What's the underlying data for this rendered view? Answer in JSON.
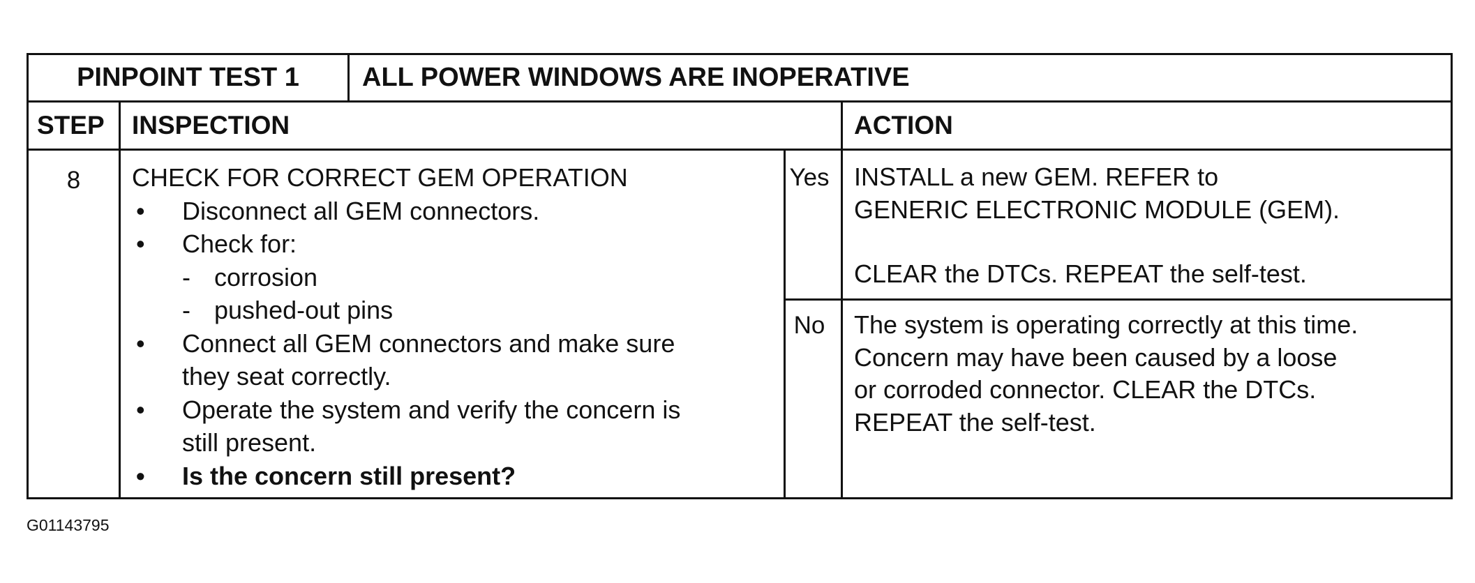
{
  "header": {
    "test_id": "PINPOINT TEST 1",
    "test_title": "ALL POWER WINDOWS ARE INOPERATIVE"
  },
  "columns": {
    "step": "STEP",
    "inspection": "INSPECTION",
    "action": "ACTION"
  },
  "step": {
    "number": "8",
    "inspection_title": "CHECK FOR CORRECT GEM OPERATION",
    "bullets": {
      "b1": "Disconnect all GEM connectors.",
      "b2": "Check for:",
      "b2_sub1": "corrosion",
      "b2_sub2": "pushed-out pins",
      "b3_line1": "Connect all GEM connectors and make sure",
      "b3_line2": "they seat correctly.",
      "b4_line1": "Operate the system and verify the concern is",
      "b4_line2": "still present.",
      "b5": "Is the concern still present?"
    },
    "bullet_glyph": "•",
    "dash_glyph": "-",
    "answers": {
      "yes_label": "Yes",
      "yes_line1": "INSTALL a new GEM. REFER to",
      "yes_line2": "GENERIC ELECTRONIC MODULE (GEM).",
      "yes_line3": "CLEAR the DTCs. REPEAT the self-test.",
      "no_label": "No",
      "no_line1": "The system is operating correctly at this time.",
      "no_line2": "Concern may have been caused by a loose",
      "no_line3": "or corroded connector.  CLEAR the DTCs.",
      "no_line4": "REPEAT the self-test."
    }
  },
  "figure_id": "G01143795"
}
